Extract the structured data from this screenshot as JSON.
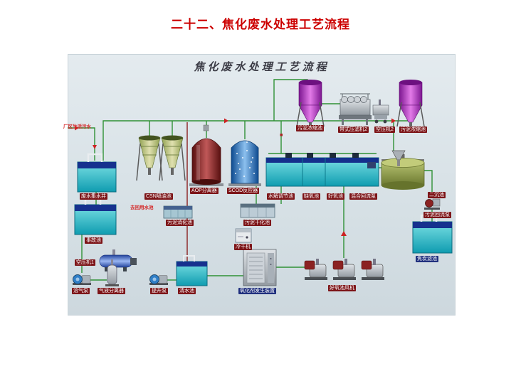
{
  "page": {
    "title": "二十二、焦化废水处理工艺流程"
  },
  "diagram": {
    "title": "焦化废水处理工艺流程",
    "annotations": {
      "influent": "厂区生活污水",
      "reuse": "去回用水池"
    },
    "equipment": {
      "sludge_thickener_left": "污泥浓缩池",
      "belt_filter_press": "带式压滤机2",
      "air_compressor_2": "空压机2",
      "sludge_thickener_right": "污泥浓缩池",
      "collection_well": "废水集水井",
      "oil_separator": "CSN隔油池",
      "aop_separator": "AOP分离器",
      "scod_reactor": "SCOD反应器",
      "hydrolysis_tank": "水解调节池",
      "anoxic_tank": "缺氧池",
      "aerobic_tank": "好氧池",
      "mixed_return_pump": "混合回流泵",
      "secondary_clarifier": "二沉池",
      "sludge_return_pump": "污泥回流泵",
      "sludge_digestion_tank": "污泥消化池",
      "sludge_drying_tank": "污泥干化池",
      "accident_tank": "事故池",
      "cold_dryer": "冷干机",
      "air_compressor_1": "空压机1",
      "dissolved_air_pump": "溶气泵",
      "gas_liquid_separator": "气液分离器",
      "lift_pump": "提升泵",
      "clean_water_tank": "清水池",
      "oxidant_generator": "氧化剂发生装置",
      "aerobic_blower": "好氧池风机",
      "coke_filter": "焦炭滤池"
    },
    "colors": {
      "page_title": "#cc0000",
      "label_bg": "#7d1518",
      "label_bg_alt": "#20307e",
      "pipe_green": "#2f9135",
      "pipe_sludge": "#8b1f1f",
      "diagram_bg": "#dce4e8"
    }
  }
}
